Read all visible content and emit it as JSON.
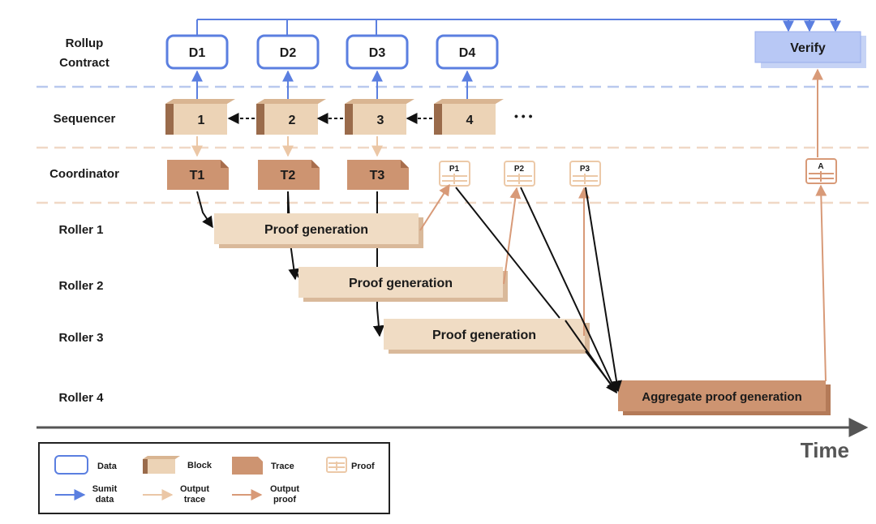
{
  "rows": {
    "rollup_contract_line1": "Rollup",
    "rollup_contract_line2": "Contract",
    "sequencer": "Sequencer",
    "coordinator": "Coordinator",
    "roller1": "Roller 1",
    "roller2": "Roller 2",
    "roller3": "Roller 3",
    "roller4": "Roller 4"
  },
  "data_boxes": [
    "D1",
    "D2",
    "D3",
    "D4"
  ],
  "verify_label": "Verify",
  "blocks": [
    "1",
    "2",
    "3",
    "4"
  ],
  "ellipsis": "• • •",
  "traces": [
    "T1",
    "T2",
    "T3"
  ],
  "proofs": [
    "P1",
    "P2",
    "P3"
  ],
  "aggregate_proof": "A",
  "bars": {
    "roller1": "Proof generation",
    "roller2": "Proof generation",
    "roller3": "Proof generation",
    "roller4": "Aggregate proof generation"
  },
  "time_label": "Time",
  "legend": {
    "data": "Data",
    "block": "Block",
    "trace": "Trace",
    "proof": "Proof",
    "submit_line1": "Sumit",
    "submit_line2": "data",
    "output_trace_line1": "Output",
    "output_trace_line2": "trace",
    "output_proof_line1": "Output",
    "output_proof_line2": "proof"
  },
  "colors": {
    "blue": "#5b7fe0",
    "verify_fill": "#b8c8f5",
    "block_fill": "#ecd3b6",
    "block_side": "#9a6b4b",
    "trace_fill": "#cd9471",
    "bar_fill": "#f0dcc4",
    "agg_fill": "#cd9471",
    "light_arrow": "#ebc7a6",
    "proof_arrow": "#d89a78",
    "dash_blue": "#b9c9ee",
    "dash_tan": "#f0d8c6"
  }
}
